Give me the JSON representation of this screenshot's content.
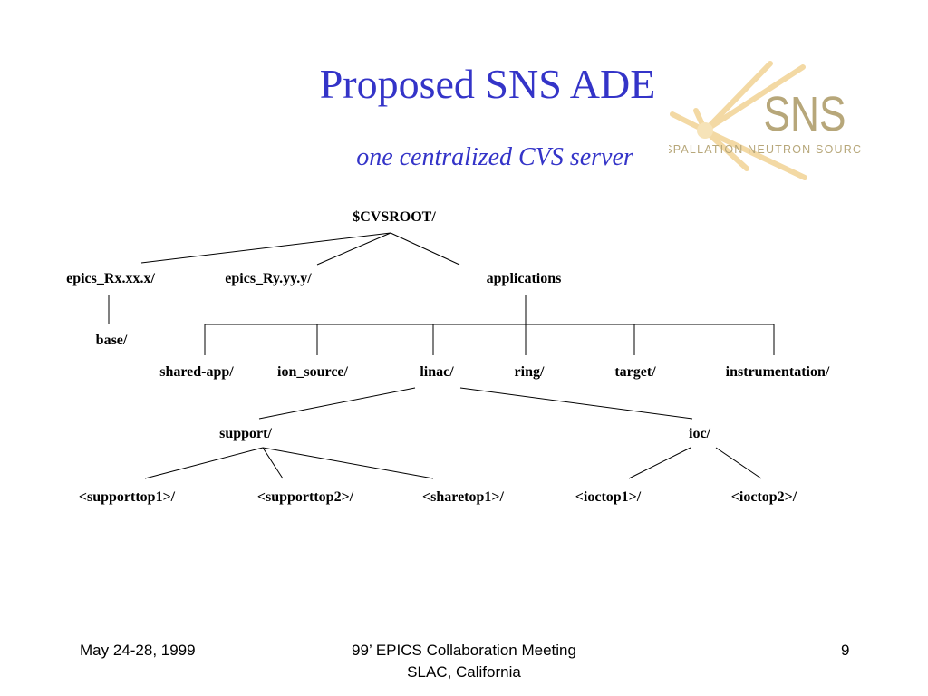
{
  "slide": {
    "title": "Proposed SNS ADE",
    "subtitle": "one centralized CVS server",
    "logo": {
      "text": "SNS",
      "tagline": "SPALLATION NEUTRON SOURCE",
      "icon": "sunburst-icon",
      "color": "#b7a77a"
    },
    "accent_color": "#3434c8"
  },
  "tree": {
    "root": "$CVSROOT/",
    "level1": [
      "epics_Rx.xx.x/",
      "epics_Ry.yy.y/",
      "applications"
    ],
    "base": "base/",
    "apps": [
      "shared-app/",
      "ion_source/",
      "linac/",
      "ring/",
      "target/",
      "instrumentation/"
    ],
    "linac_children": [
      "support/",
      "ioc/"
    ],
    "support_children": [
      "<supporttop1>/",
      "<supporttop2>/",
      "<sharetop1>/"
    ],
    "ioc_children": [
      "<ioctop1>/",
      "<ioctop2>/"
    ]
  },
  "footer": {
    "date": "May 24-28, 1999",
    "event": "99’ EPICS Collaboration Meeting",
    "location": "SLAC, California",
    "page": "9"
  }
}
